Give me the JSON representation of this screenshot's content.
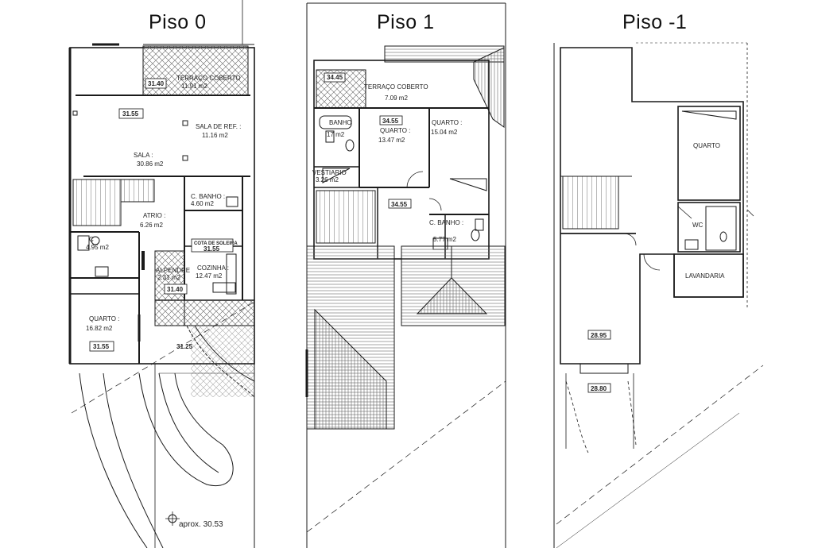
{
  "floors": {
    "piso0": {
      "title": "Piso 0",
      "rooms": {
        "terraco_name": "TERRAÇO COBERTO",
        "terraco_area": "11.91 m2",
        "sala_ref_name": "SALA DE REF. :",
        "sala_ref_area": "11.16 m2",
        "sala_name": "SALA :",
        "sala_area": "30.86 m2",
        "cbanho_name": "C. BANHO :",
        "cbanho_area": "4.60 m2",
        "atrio_name": "ATRIO :",
        "atrio_area": "6.26 m2",
        "wc_name": "C",
        "wc_area": "4.95 m2",
        "cota_name": "COTA DE SOLEIRA",
        "cota_value": "31.55",
        "cozinha_name": "COZINHA :",
        "cozinha_area": "12.47 m2",
        "alpendre_name": "ALPENDRE",
        "alpendre_area": "2.31 m2",
        "quarto_name": "QUARTO :",
        "quarto_area": "16.82 m2"
      },
      "levels": {
        "terraco": "31.40",
        "sala": "31.55",
        "alpendre": "31.40",
        "quarto": "31.55",
        "exterior": "31.25"
      },
      "approx": "aprox. 30.53"
    },
    "piso1": {
      "title": "Piso 1",
      "rooms": {
        "terraco_name": "TERRAÇO COBERTO",
        "terraco_area": "7.09 m2",
        "banho_name": "BANHO",
        "banho_area": "17 m2",
        "quarto1_name": "QUARTO :",
        "quarto1_area": "13.47 m2",
        "quarto2_name": "QUARTO :",
        "quarto2_area": "15.04 m2",
        "vestiario_name": "VESTIARIO",
        "vestiario_area": "3.26 m2",
        "cbanho_name": "C. BANHO :",
        "cbanho_area": "5.77 m2"
      },
      "levels": {
        "terraco": "34.45",
        "quarto": "34.55",
        "hall": "34.55"
      }
    },
    "pisom1": {
      "title": "Piso -1",
      "rooms": {
        "quarto_name": "QUARTO",
        "wc_name": "WC",
        "lavandaria_name": "LAVANDARIA"
      },
      "levels": {
        "main": "28.95",
        "ramp": "28.80"
      }
    }
  },
  "colors": {
    "line": "#1a1a1a",
    "hatch": "#555555"
  }
}
